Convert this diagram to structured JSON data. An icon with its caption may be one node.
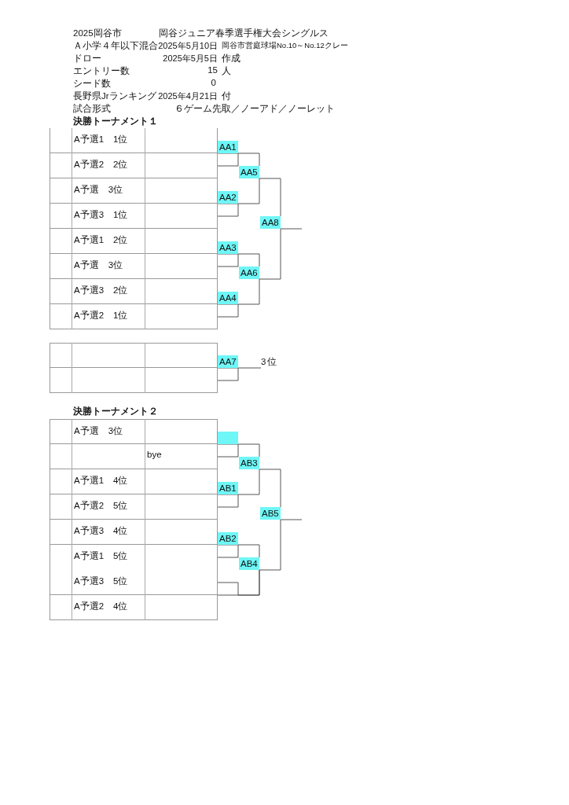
{
  "diagram": {
    "nodes": [
      {
        "text": [
          "A予選1　1位"
        ]
      },
      {
        "text": [
          "A予選2　2位"
        ]
      },
      {
        "text": [
          "A予選　3位"
        ]
      },
      {
        "text": [
          "A予選3　1位"
        ]
      },
      {
        "text": [
          "A予選1　2位"
        ]
      },
      {
        "text": [
          "A予選　3位"
        ]
      },
      {
        "text": [
          "A予選3　2位"
        ]
      },
      {
        "text": [
          "A予選2　1位"
        ]
      },
      {
        "text": [
          "AA1"
        ]
      },
      {
        "text": [
          "AA5"
        ]
      },
      {
        "text": [
          "AA2"
        ]
      },
      {
        "text": [
          "AA8"
        ]
      },
      {
        "text": [
          "AA3"
        ]
      },
      {
        "text": [
          "AA6"
        ]
      },
      {
        "text": [
          "AA4"
        ]
      },
      {
        "text": [],
        "shape": "box"
      },
      {
        "text": [],
        "shape": "box"
      },
      {
        "text": [
          "AA7"
        ]
      },
      {
        "text": [
          "3位"
        ]
      },
      {
        "text": [
          "A予選　3位"
        ]
      },
      {
        "text": [
          "bye"
        ]
      },
      {
        "text": [
          "A予選1　4位"
        ]
      },
      {
        "text": [
          "A予選2　5位"
        ]
      },
      {
        "text": [
          "A予選3　4位"
        ]
      },
      {
        "text": [
          "A予選1　5位"
        ]
      },
      {
        "text": [
          "A予選3　5位"
        ]
      },
      {
        "text": [
          "A予選2　4位"
        ]
      },
      {
        "text": [],
        "shape": "box"
      },
      {
        "text": [
          "AB3"
        ]
      },
      {
        "text": [
          "AB1"
        ]
      },
      {
        "text": [
          "AB5"
        ]
      },
      {
        "text": [
          "AB2"
        ]
      },
      {
        "text": [
          "AB4"
        ]
      }
    ],
    "edges": [
      {
        "from": 0,
        "to": 8,
        "arrow": "none"
      },
      {
        "from": 1,
        "to": 8,
        "arrow": "none"
      },
      {
        "from": 2,
        "to": 10,
        "arrow": "none"
      },
      {
        "from": 3,
        "to": 10,
        "arrow": "none"
      },
      {
        "from": 8,
        "to": 9,
        "arrow": "none"
      },
      {
        "from": 10,
        "to": 9,
        "arrow": "none"
      },
      {
        "from": 4,
        "to": 12,
        "arrow": "none"
      },
      {
        "from": 5,
        "to": 12,
        "arrow": "none"
      },
      {
        "from": 6,
        "to": 14,
        "arrow": "none"
      },
      {
        "from": 7,
        "to": 14,
        "arrow": "none"
      },
      {
        "from": 12,
        "to": 13,
        "arrow": "none"
      },
      {
        "from": 14,
        "to": 13,
        "arrow": "none"
      },
      {
        "from": 9,
        "to": 11,
        "arrow": "none"
      },
      {
        "from": 13,
        "to": 11,
        "arrow": "none"
      },
      {
        "from": 11,
        "to": null,
        "arrow": "none"
      },
      {
        "from": 15,
        "to": 17,
        "arrow": "none"
      },
      {
        "from": 16,
        "to": 17,
        "arrow": "none"
      },
      {
        "from": 17,
        "to": 18,
        "arrow": "none"
      },
      {
        "from": 19,
        "to": 27,
        "arrow": "none"
      },
      {
        "from": 20,
        "to": 27,
        "arrow": "none"
      },
      {
        "from": 21,
        "to": 29,
        "arrow": "none"
      },
      {
        "from": 22,
        "to": 29,
        "arrow": "none"
      },
      {
        "from": 27,
        "to": 28,
        "arrow": "none"
      },
      {
        "from": 29,
        "to": 28,
        "arrow": "none"
      },
      {
        "from": 23,
        "to": 31,
        "arrow": "none"
      },
      {
        "from": 24,
        "to": 31,
        "arrow": "none"
      },
      {
        "from": 25,
        "to": 32,
        "arrow": "none"
      },
      {
        "from": 26,
        "to": 32,
        "arrow": "none"
      },
      {
        "from": 31,
        "to": 32,
        "arrow": "none"
      },
      {
        "from": 28,
        "to": 30,
        "arrow": "none"
      },
      {
        "from": 32,
        "to": 30,
        "arrow": "none"
      },
      {
        "from": 30,
        "to": null,
        "arrow": "none"
      }
    ],
    "labels": [
      "2025岡谷市",
      "岡谷ジュニア春季選手権大会シングルス",
      "Ａ小学４年以下混合",
      "2025年5月10日",
      "岡谷市営庭球場No.10～No.12クレー",
      "ドロー",
      "2025年5月5日",
      "作成",
      "エントリー数",
      "15",
      "人",
      "シード数",
      "0",
      "長野県Jrランキング",
      "2025年4月21日",
      "付",
      "試合形式",
      "６ゲーム先取／ノーアド／ノーレット",
      "決勝トーナメント１",
      "決勝トーナメント２"
    ]
  }
}
